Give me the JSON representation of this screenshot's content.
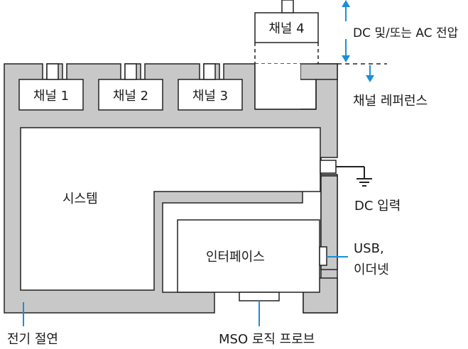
{
  "labels": {
    "ch1": "채널 1",
    "ch2": "채널 2",
    "ch3": "채널 3",
    "ch4": "채널 4",
    "dc_ac_voltage": "DC 및/또는 AC 전압",
    "channel_reference": "채널 레퍼런스",
    "system": "시스템",
    "dc_input": "DC 입력",
    "interface": "인터페이스",
    "usb": "USB,",
    "ethernet": "이더넷",
    "electrical_isolation": "전기 절연",
    "mso_logic_probe": "MSO 로직 프로브"
  },
  "colors": {
    "isolation_fill": "#c8c8c8",
    "line": "#222222",
    "arrow": "#1a8fd6",
    "box_fill": "#ffffff"
  }
}
